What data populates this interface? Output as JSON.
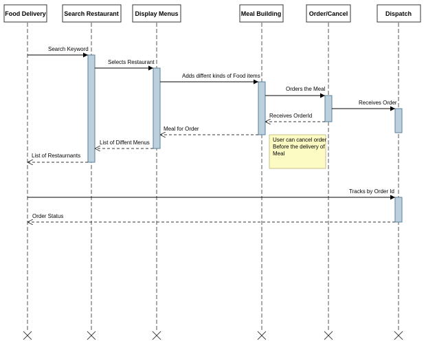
{
  "lifelines": [
    {
      "id": "food_delivery",
      "label": "Food Delivery"
    },
    {
      "id": "search_restaurant",
      "label": "Search Restaurant"
    },
    {
      "id": "display_menus",
      "label": "Display Menus"
    },
    {
      "id": "meal_building",
      "label": "Meal Building"
    },
    {
      "id": "order_cancel",
      "label": "Order/Cancel"
    },
    {
      "id": "dispatch",
      "label": "Dispatch"
    }
  ],
  "messages": [
    {
      "label": "Search Keyword",
      "from": "food_delivery",
      "to": "search_restaurant",
      "kind": "sync"
    },
    {
      "label": "Selects Restaurant",
      "from": "search_restaurant",
      "to": "display_menus",
      "kind": "sync"
    },
    {
      "label": "Adds diffent kinds of Food items",
      "from": "display_menus",
      "to": "meal_building",
      "kind": "sync"
    },
    {
      "label": "Orders the Meal",
      "from": "meal_building",
      "to": "order_cancel",
      "kind": "sync"
    },
    {
      "label": "Receives Order",
      "from": "order_cancel",
      "to": "dispatch",
      "kind": "sync"
    },
    {
      "label": "Receives OrderId",
      "from": "order_cancel",
      "to": "meal_building",
      "kind": "return"
    },
    {
      "label": "Meal for Order",
      "from": "meal_building",
      "to": "display_menus",
      "kind": "return"
    },
    {
      "label": "List of Diffent Menus",
      "from": "display_menus",
      "to": "search_restaurant",
      "kind": "return"
    },
    {
      "label": "List of Restaurnants",
      "from": "search_restaurant",
      "to": "food_delivery",
      "kind": "return"
    },
    {
      "label": "Tracks by Order Id",
      "from": "food_delivery",
      "to": "dispatch",
      "kind": "sync"
    },
    {
      "label": "Order Status",
      "from": "dispatch",
      "to": "food_delivery",
      "kind": "return"
    }
  ],
  "note": {
    "lines": [
      "User can cancel order",
      "Before the delivery of",
      "Meal"
    ]
  }
}
